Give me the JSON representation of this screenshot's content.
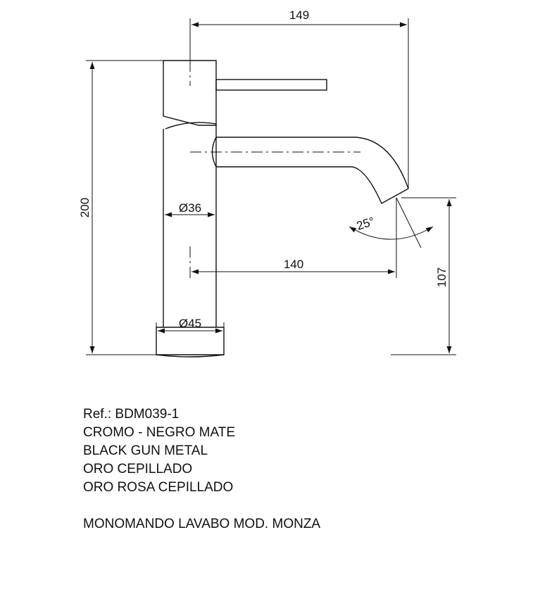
{
  "dimensions": {
    "total_width": "149",
    "total_height": "200",
    "spout_height": "107",
    "spout_reach": "140",
    "body_diameter": "Ø36",
    "base_diameter": "Ø45",
    "spout_angle": "25°"
  },
  "info": {
    "reference": "Ref.: BDM039-1",
    "finishes": [
      "CROMO - NEGRO MATE",
      "BLACK GUN METAL",
      "ORO CEPILLADO",
      "ORO ROSA CEPILLADO"
    ],
    "product_name": "MONOMANDO LAVABO MOD. MONZA"
  }
}
